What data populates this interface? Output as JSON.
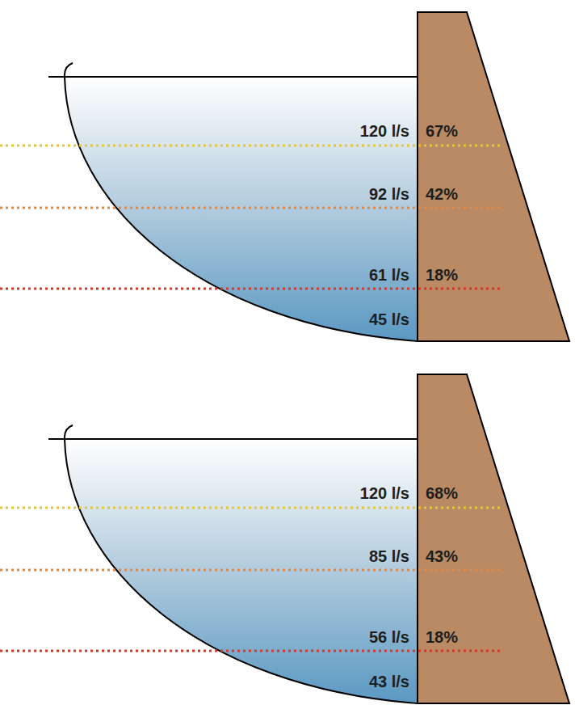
{
  "diagram": {
    "labels": [
      "120 l/s",
      "67%",
      "92 l/s",
      "42%",
      "61 l/s",
      "18%",
      "45 l/s",
      "120 l/s",
      "68%",
      "85 l/s",
      "43%",
      "56 l/s",
      "18%",
      "43 l/s"
    ]
  }
}
